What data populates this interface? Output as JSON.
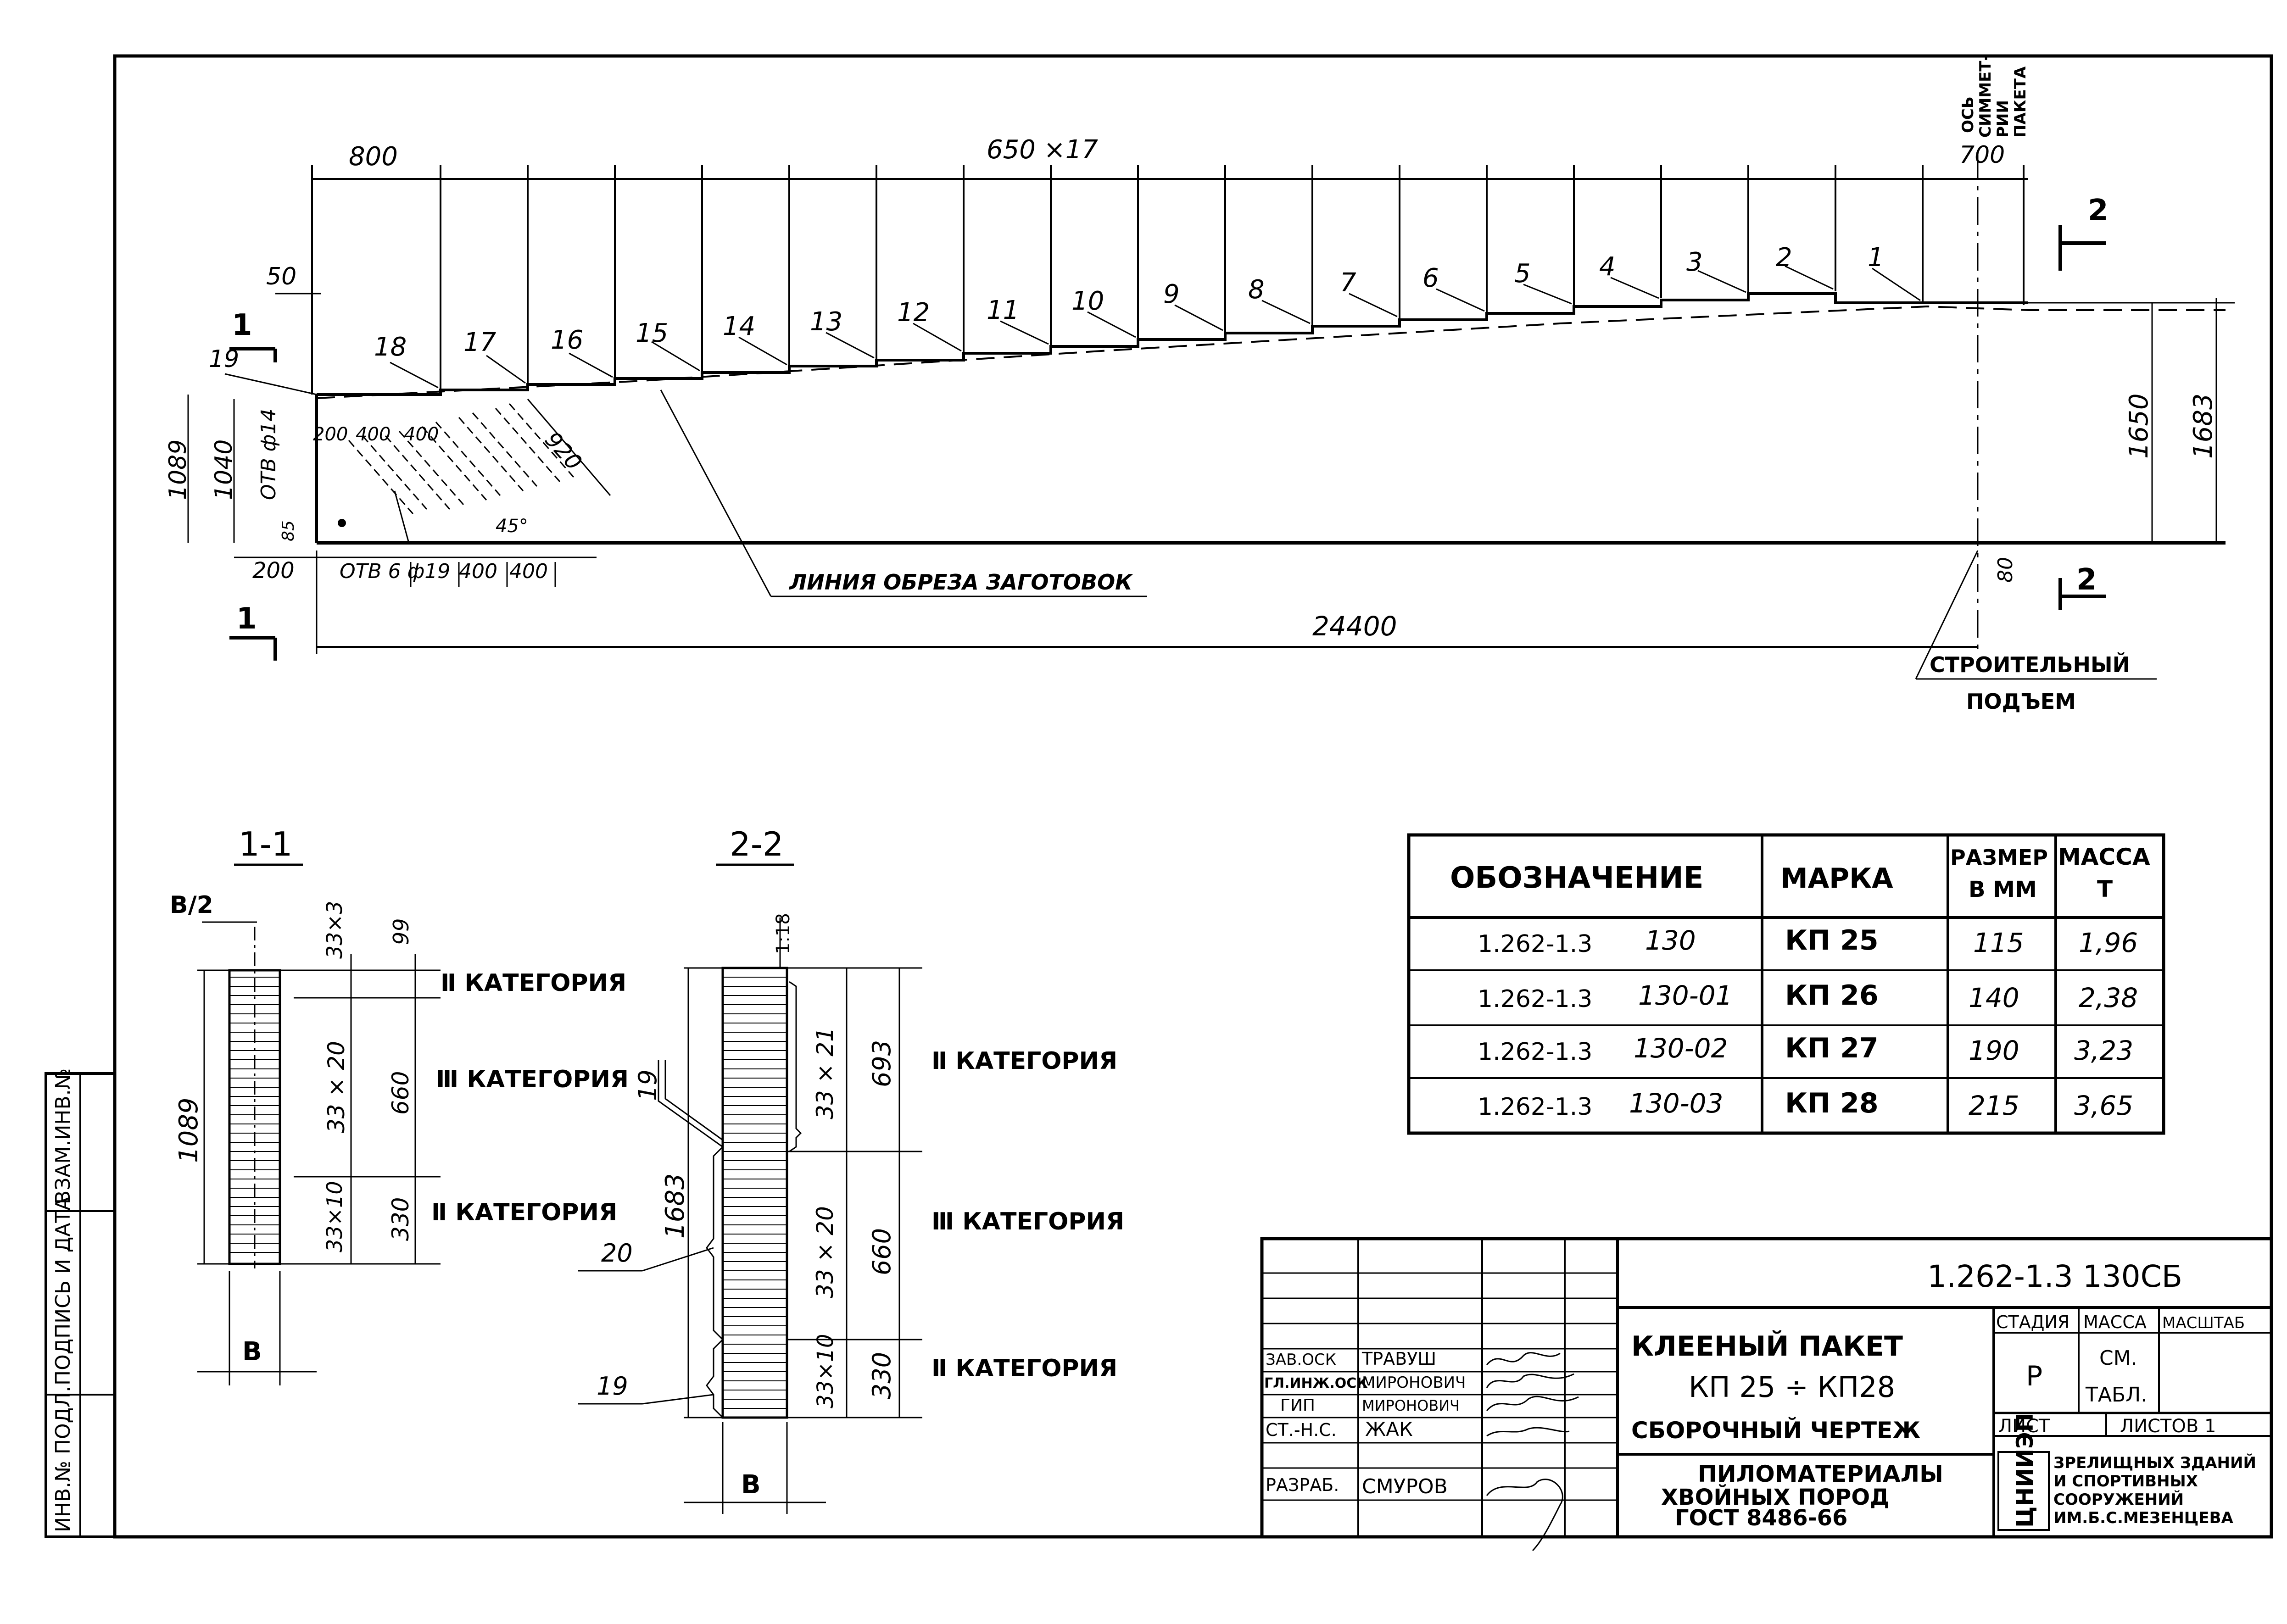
{
  "plan": {
    "dim_top_left": "800",
    "dim_top_mid": "650 ×17",
    "dim_top_right": "700",
    "axis_note": [
      "ОСЬ",
      "СИММЕТ-",
      "РИИ",
      "ПАКЕТА"
    ],
    "dim_50": "50",
    "lamella_numbers": [
      "18",
      "17",
      "16",
      "15",
      "14",
      "13",
      "12",
      "11",
      "10",
      "9",
      "8",
      "7",
      "6",
      "5",
      "4",
      "3",
      "2",
      "1"
    ],
    "label_19": "19",
    "dim_1089": "1089",
    "dim_1040": "1040",
    "dim_hole_top": "ОТВ ф14",
    "dim_85": "85",
    "dim_200_top": "200",
    "dim_400_top_a": "400",
    "dim_400_top_b": "400",
    "dim_920": "920",
    "dim_45": "45°",
    "dim_200_bottom": "200",
    "dim_hole_bottom": "ОТВ 6 ф19",
    "dim_400_bottom_a": "400",
    "dim_400_bottom_b": "400",
    "cut_line_label": "ЛИНИЯ  ОБРЕЗА  ЗАГОТОВОК",
    "dim_24400": "24400",
    "dim_1650": "1650",
    "dim_1683": "1683",
    "dim_80": "80",
    "section_1_mark": "1",
    "section_2_mark": "2",
    "lift_label_1": "СТРОИТЕЛЬНЫЙ",
    "lift_label_2": "ПОДЪЕМ"
  },
  "section_1": {
    "title": "1-1",
    "b_half": "В/2",
    "dim_height": "1089",
    "dim_33x3": "33×3",
    "dim_99": "99",
    "dim_33x20": "33 × 20",
    "dim_660": "660",
    "dim_33x10": "33×10",
    "dim_330": "330",
    "b": "В",
    "cat_top": "Ⅱ КАТЕГОРИЯ",
    "cat_mid": "Ⅲ КАТЕГОРИЯ",
    "cat_bot": "Ⅱ КАТЕГОРИЯ"
  },
  "section_2": {
    "title": "2-2",
    "slope": "1:18",
    "dim_height": "1683",
    "dim_33x21": "33 × 21",
    "dim_693": "693",
    "dim_33x20": "33 × 20",
    "dim_660": "660",
    "dim_33x10": "33×10",
    "dim_330": "330",
    "label_19_top": "19",
    "label_20": "20",
    "label_19_bottom": "19",
    "b": "В",
    "cat_top": "Ⅱ КАТЕГОРИЯ",
    "cat_mid": "Ⅲ КАТЕГОРИЯ",
    "cat_bot": "Ⅱ КАТЕГОРИЯ"
  },
  "spec_table": {
    "headers": [
      "ОБОЗНАЧЕНИЕ",
      "МАРКА",
      "РАЗМЕР",
      "В ММ",
      "МАССА",
      "Т"
    ],
    "rows": [
      {
        "code": "1.262-1.3",
        "num": "130",
        "mark": "КП 25",
        "size": "115",
        "mass": "1,96"
      },
      {
        "code": "1.262-1.3",
        "num": "130-01",
        "mark": "КП 26",
        "size": "140",
        "mass": "2,38"
      },
      {
        "code": "1.262-1.3",
        "num": "130-02",
        "mark": "КП 27",
        "size": "190",
        "mass": "3,23"
      },
      {
        "code": "1.262-1.3",
        "num": "130-03",
        "mark": "КП 28",
        "size": "215",
        "mass": "3,65"
      }
    ]
  },
  "title_block": {
    "doc_code": "1.262-1.3   130СБ",
    "title_1": "КЛЕЕНЫЙ  ПАКЕТ",
    "title_2": "КП 25 ÷ КП28",
    "title_3": "СБОРОЧНЫЙ  ЧЕРТЕЖ",
    "material_1": "ПИЛОМАТЕРИАЛЫ",
    "material_2": "ХВОЙНЫХ   ПОРОД",
    "material_3": "ГОСТ  8486-66",
    "stage_head": "СТАДИЯ",
    "mass_head": "МАССА",
    "scale_head": "МАСШТАБ",
    "stage_val": "Р",
    "mass_val_1": "СМ.",
    "mass_val_2": "ТАБЛ.",
    "sheet_label": "ЛИСТ",
    "sheets_label": "ЛИСТОВ 1",
    "org_logo": "ЦНИИЭП",
    "org_1": "ЗРЕЛИЩНЫХ ЗДАНИЙ",
    "org_2": "И СПОРТИВНЫХ",
    "org_3": "СООРУЖЕНИЙ",
    "org_4": "ИМ.Б.С.МЕЗЕНЦЕВА",
    "people": [
      {
        "role": "ЗАВ.ОСК",
        "name": "ТРАВУШ"
      },
      {
        "role": "ГЛ.ИНЖ.ОСК",
        "name": "МИРОНОВИЧ"
      },
      {
        "role": "ГИП",
        "name": "МИРОНОВИЧ"
      },
      {
        "role": "СТ.-Н.С.",
        "name": "ЖАК"
      },
      {
        "role": "РАЗРАБ.",
        "name": "СМУРОВ"
      }
    ]
  },
  "side_stamp": {
    "inv_podl": "ИНВ.№ ПОДЛ.",
    "sign_date": "ПОДПИСЬ И ДАТА",
    "vzam_inv": "ВЗАМ.ИНВ.№"
  }
}
